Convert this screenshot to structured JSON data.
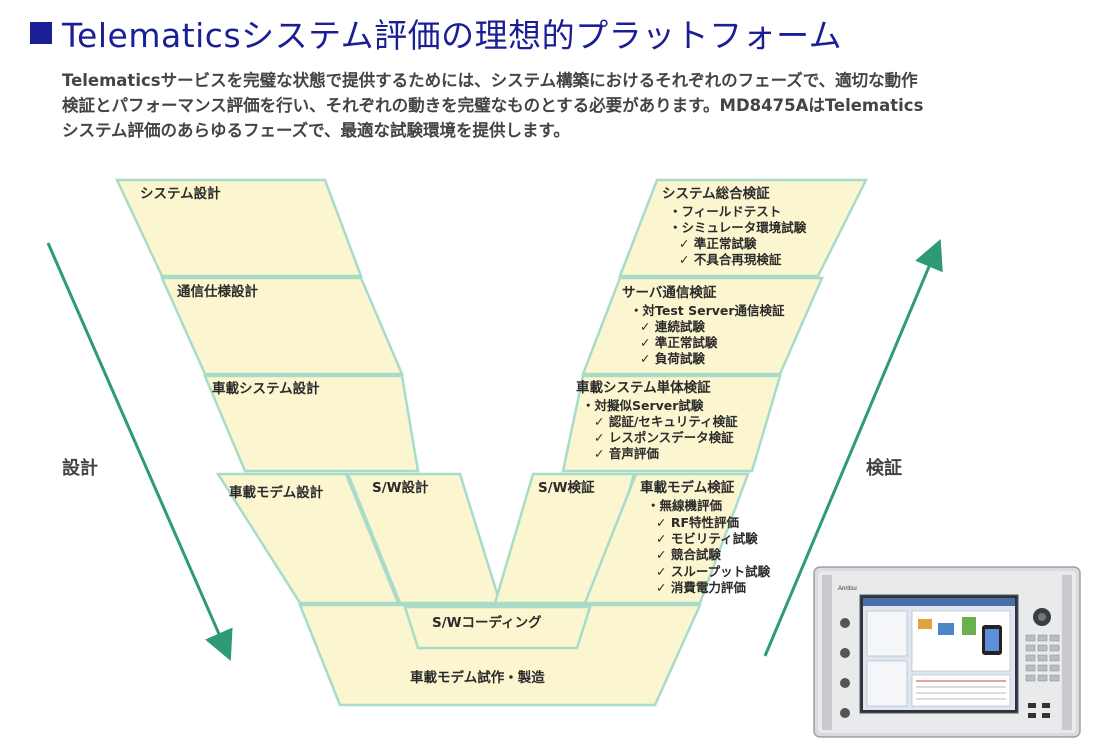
{
  "title": "Telematicsシステム評価の理想的プラットフォーム",
  "intro": [
    "Telematicsサービスを完璧な状態で提供するためには、システム構築におけるそれぞれのフェーズで、適切な動作",
    "検証とパフォーマンス評価を行い、それぞれの動きを完璧なものとする必要があります。MD8475AはTelematics",
    "システム評価のあらゆるフェーズで、最適な試験環境を提供します。"
  ],
  "left_phases": [
    "システム設計",
    "通信仕様設計",
    "車載システム設計",
    "車載モデム設計",
    "S/W設計"
  ],
  "right_phases": {
    "system_verify": {
      "title": "システム総合検証",
      "items": [
        "・フィールドテスト",
        "・シミュレータ環境試験",
        "✓ 準正常試験",
        "✓ 不具合再現検証"
      ]
    },
    "server_verify": {
      "title": "サーバ通信検証",
      "items": [
        "・対Test Server通信検証",
        "✓ 連続試験",
        "✓ 準正常試験",
        "✓ 負荷試験"
      ]
    },
    "unit_verify": {
      "title": "車載システム単体検証",
      "items": [
        "・対擬似Server試験",
        "✓ 認証/セキュリティ検証",
        "✓ レスポンスデータ検証",
        "✓ 音声評価"
      ]
    },
    "sw_verify": {
      "title": "S/W検証"
    },
    "modem_verify": {
      "title": "車載モデム検証",
      "items": [
        "・無線機評価",
        "✓ RF特性評価",
        "✓ モビリティ試験",
        "✓ 競合試験",
        "✓ スループット試験",
        "✓ 消費電力評価"
      ]
    }
  },
  "bottom": {
    "coding": "S/Wコーディング",
    "manufacture": "車載モデム試作・製造"
  },
  "side_labels": {
    "design": "設計",
    "verify": "検証"
  },
  "colors": {
    "title": "#1a1f96",
    "box_fill": "#fbf6cf",
    "box_stroke": "#a8dcc8",
    "arrow": "#2f9a78"
  },
  "device": {
    "brand": "Anritsu"
  }
}
